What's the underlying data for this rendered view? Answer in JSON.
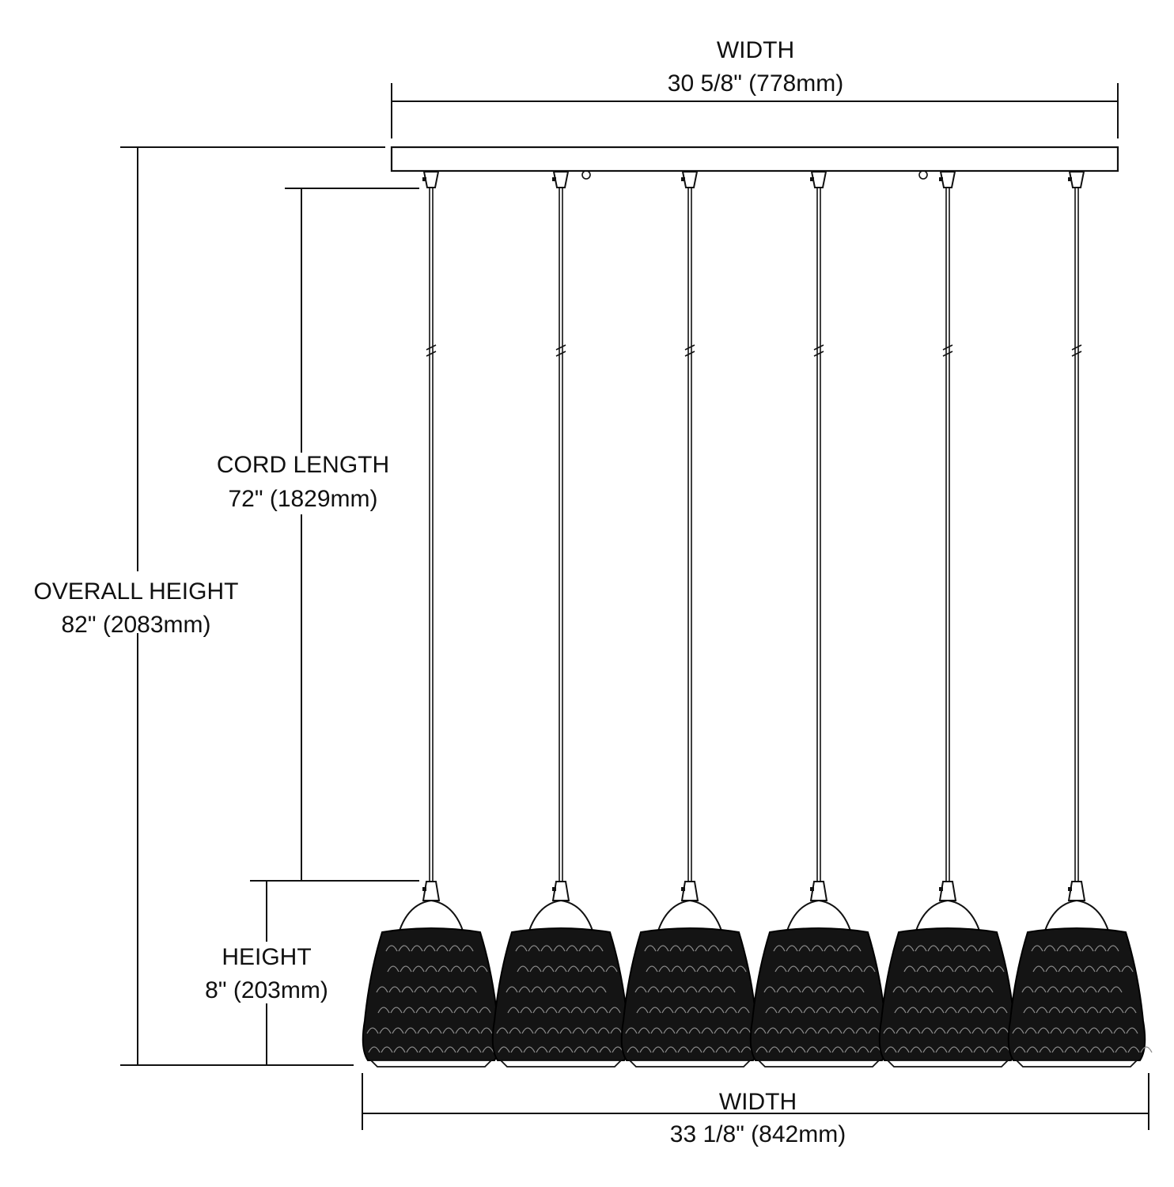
{
  "dimensions": {
    "canopy_width": {
      "label": "WIDTH",
      "value": "30 5/8\" (778mm)"
    },
    "cord_length": {
      "label": "CORD LENGTH",
      "value": "72\" (1829mm)"
    },
    "overall_height": {
      "label": "OVERALL HEIGHT",
      "value": "82\" (2083mm)"
    },
    "shade_height": {
      "label": "HEIGHT",
      "value": "8\" (203mm)"
    },
    "fixture_width": {
      "label": "WIDTH",
      "value": "33 1/8\" (842mm)"
    }
  },
  "pendant_count": 6,
  "colors": {
    "line": "#111111",
    "shade": "#141414",
    "background": "#ffffff"
  }
}
